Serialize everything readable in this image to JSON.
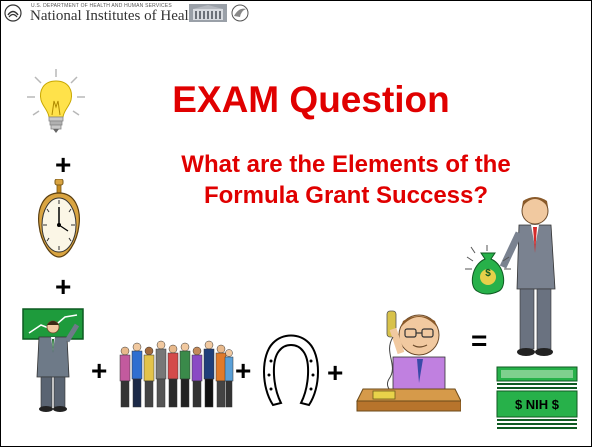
{
  "header": {
    "agency_small": "U.S. DEPARTMENT OF HEALTH AND HUMAN SERVICES",
    "agency_name": "National Institutes of Health"
  },
  "slide": {
    "title": "EXAM Question",
    "subtitle_line1": "What are the Elements of the",
    "subtitle_line2": "Formula Grant Success?",
    "operators": {
      "plus": "+",
      "equals": "="
    }
  },
  "images": {
    "money_bag_label": "$",
    "money_stack_label": "$ NIH $"
  },
  "colors": {
    "title": "#e00000",
    "bulb": "#ffe24a",
    "chalkboard": "#1e9b3c",
    "money": "#27b14a"
  }
}
